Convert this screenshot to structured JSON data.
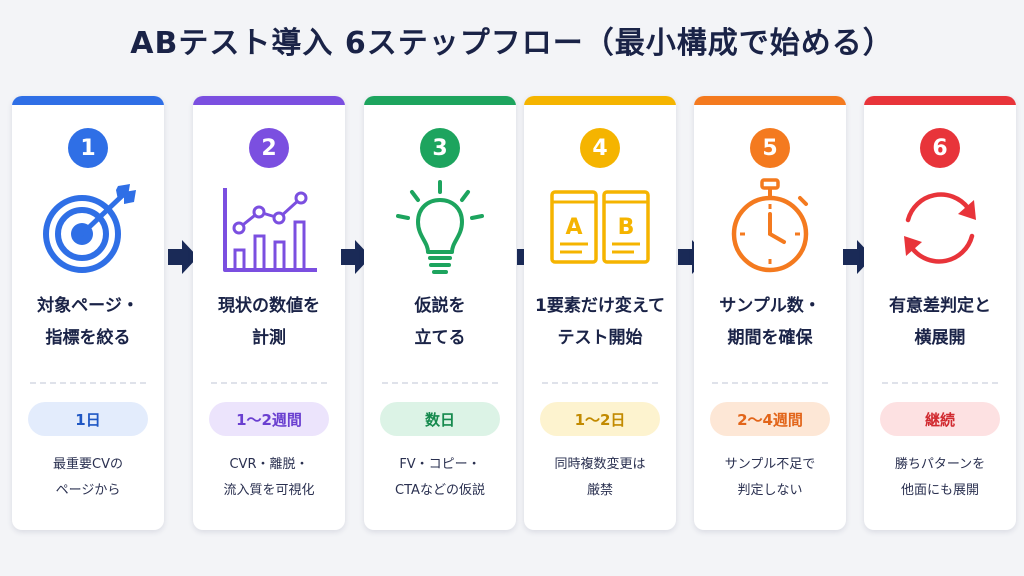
{
  "title": "ABテスト導入 6ステップフロー（最小構成で始める）",
  "colors": {
    "step1": "#2f6fe6",
    "step2": "#7b4fe0",
    "step3": "#1da45e",
    "step4": "#f5b400",
    "step5": "#f47a1f",
    "step6": "#e8343a",
    "arrow": "#1a2a57"
  },
  "steps": [
    {
      "number": "1",
      "icon": "target-icon",
      "title": "対象ページ・\n指標を絞る",
      "duration": "1日",
      "note": "最重要CVの\nページから"
    },
    {
      "number": "2",
      "icon": "line-bar-chart-icon",
      "title": "現状の数値を\n計測",
      "duration": "1〜2週間",
      "note": "CVR・離脱・\n流入質を可視化"
    },
    {
      "number": "3",
      "icon": "lightbulb-icon",
      "title": "仮説を\n立てる",
      "duration": "数日",
      "note": "FV・コピー・\nCTAなどの仮説"
    },
    {
      "number": "4",
      "icon": "ab-pages-icon",
      "title": "1要素だけ変えて\nテスト開始",
      "duration": "1〜2日",
      "note": "同時複数変更は\n厳禁"
    },
    {
      "number": "5",
      "icon": "stopwatch-icon",
      "title": "サンプル数・\n期間を確保",
      "duration": "2〜4週間",
      "note": "サンプル不足で\n判定しない"
    },
    {
      "number": "6",
      "icon": "cycle-arrows-icon",
      "title": "有意差判定と\n横展開",
      "duration": "継続",
      "note": "勝ちパターンを\n他面にも展開"
    }
  ]
}
